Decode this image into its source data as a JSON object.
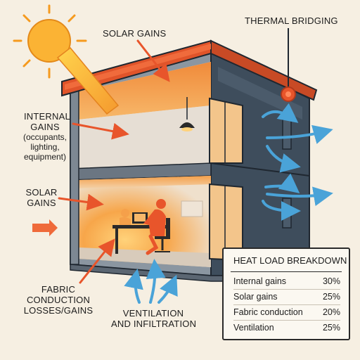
{
  "labels": {
    "solar_top": "SOLAR GAINS",
    "thermal_bridging": "THERMAL BRIDGING",
    "internal_gains_title": "INTERNAL\nGAINS",
    "internal_gains_detail": "(occupants,\nlighting,\nequipment)",
    "solar_left": "SOLAR\nGAINS",
    "fabric": "FABRIC\nCONDUCTION\nLOSSES/GAINS",
    "ventilation": "VENTILATION\nAND INFILTRATION"
  },
  "legend": {
    "title": "HEAT LOAD BREAKDOWN",
    "rows": [
      {
        "name": "Internal gains",
        "value": "30%"
      },
      {
        "name": "Solar gains",
        "value": "25%"
      },
      {
        "name": "Fabric conduction",
        "value": "20%"
      },
      {
        "name": "Ventilation",
        "value": "25%"
      }
    ]
  },
  "colors": {
    "heat_arrow": "#e8552b",
    "cool_arrow": "#4aa3d8",
    "wall_dark": "#3e4d5c",
    "roof": "#e0542a",
    "warm_glow": "#f7a64a"
  },
  "icons": [
    "sun-icon",
    "pendant-lamp-icon",
    "person-at-desk-icon",
    "thermal-bridge-marker-icon"
  ]
}
